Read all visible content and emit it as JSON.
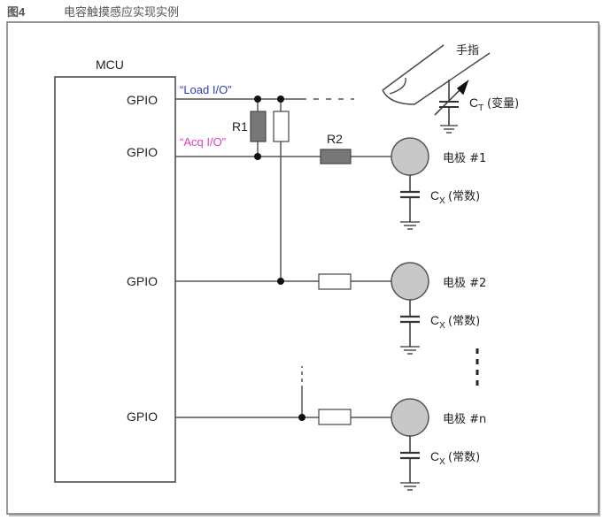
{
  "figure": {
    "number": "图4",
    "title": "电容触摸感应实现实例"
  },
  "mcu": {
    "label": "MCU",
    "pins": [
      "GPIO",
      "GPIO",
      "GPIO",
      "GPIO"
    ]
  },
  "signals": {
    "load": {
      "label": "“Load I/O”",
      "color": "#2f3fb0"
    },
    "acq": {
      "label": "“Acq I/O”",
      "color": "#e040c0"
    }
  },
  "resistors": {
    "r1": "R1",
    "r2": "R2"
  },
  "finger": {
    "label": "手指",
    "ct_label": "C",
    "ct_sub": "T",
    "ct_note": "(变量)"
  },
  "electrodes": [
    {
      "label": "电极  #1",
      "cx_label": "C",
      "cx_sub": "X",
      "cx_note": "(常数)"
    },
    {
      "label": "电极  #2",
      "cx_label": "C",
      "cx_sub": "X",
      "cx_note": "(常数)"
    },
    {
      "label": "电极  #n",
      "cx_label": "C",
      "cx_sub": "X",
      "cx_note": "(常数)"
    }
  ],
  "colors": {
    "line": "#555555",
    "frame": "#777777",
    "electrode_fill": "#c8c8c8",
    "r_filled": "#777777"
  }
}
